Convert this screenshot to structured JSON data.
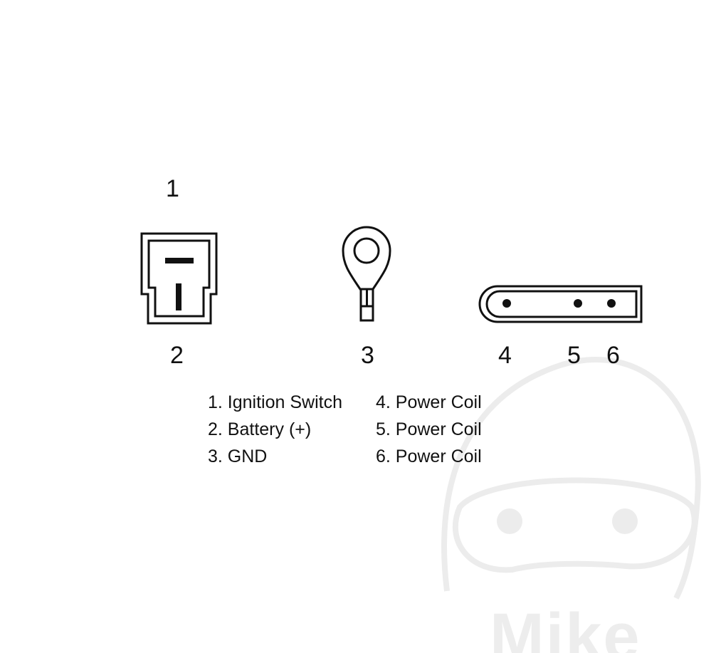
{
  "watermark": {
    "text": "Mike",
    "color": "#e8e8e8"
  },
  "pins": {
    "p1": "1",
    "p2": "2",
    "p3": "3",
    "p4": "4",
    "p5": "5",
    "p6": "6"
  },
  "legend": {
    "left": [
      "1. Ignition Switch",
      "2. Battery (+)",
      "3. GND"
    ],
    "right": [
      "4. Power Coil",
      "5. Power Coil",
      "6. Power Coil"
    ]
  },
  "colors": {
    "line": "#111111",
    "background": "#ffffff"
  }
}
